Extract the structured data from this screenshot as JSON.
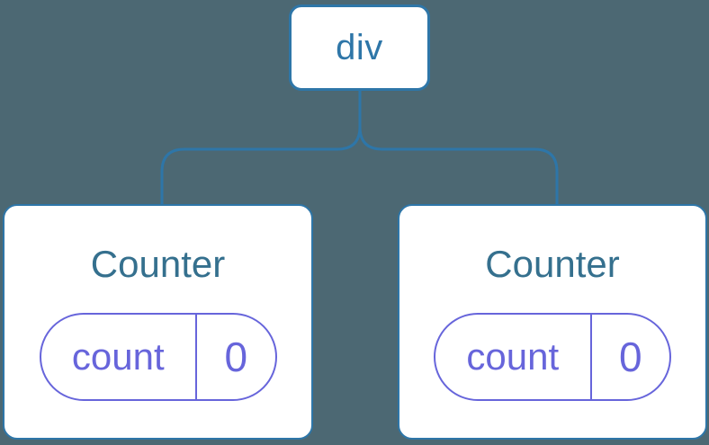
{
  "diagram": {
    "description": "Component tree diagram: a div root element with two independent Counter children, each holding its own count state",
    "root": {
      "label": "div"
    },
    "children": [
      {
        "title": "Counter",
        "state": {
          "key": "count",
          "value": "0"
        }
      },
      {
        "title": "Counter",
        "state": {
          "key": "count",
          "value": "0"
        }
      }
    ]
  },
  "colors": {
    "background": "#4C6873",
    "node_stroke": "#2E76A8",
    "root_label_text": "#2E76A8",
    "connector_line": "#2E76A8",
    "component_title_text": "#35708E",
    "state_accent": "#6765DB",
    "card_background": "#FFFFFF"
  }
}
